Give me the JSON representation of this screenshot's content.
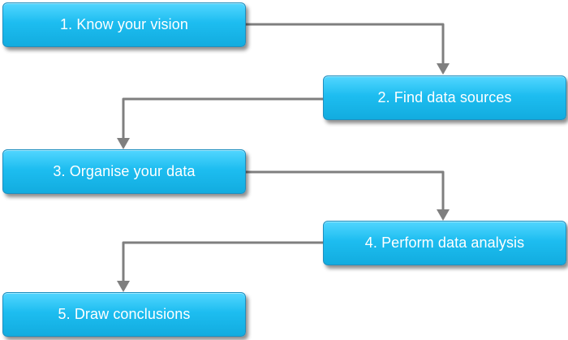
{
  "diagram": {
    "type": "flowchart",
    "steps": [
      {
        "label": "1. Know your vision"
      },
      {
        "label": "2. Find data sources"
      },
      {
        "label": "3. Organise your data"
      },
      {
        "label": "4. Perform data analysis"
      },
      {
        "label": "5. Draw conclusions"
      }
    ],
    "colors": {
      "box_fill": "#1dbdf0",
      "box_text": "#ffffff",
      "connector": "#7f7f7f"
    }
  }
}
